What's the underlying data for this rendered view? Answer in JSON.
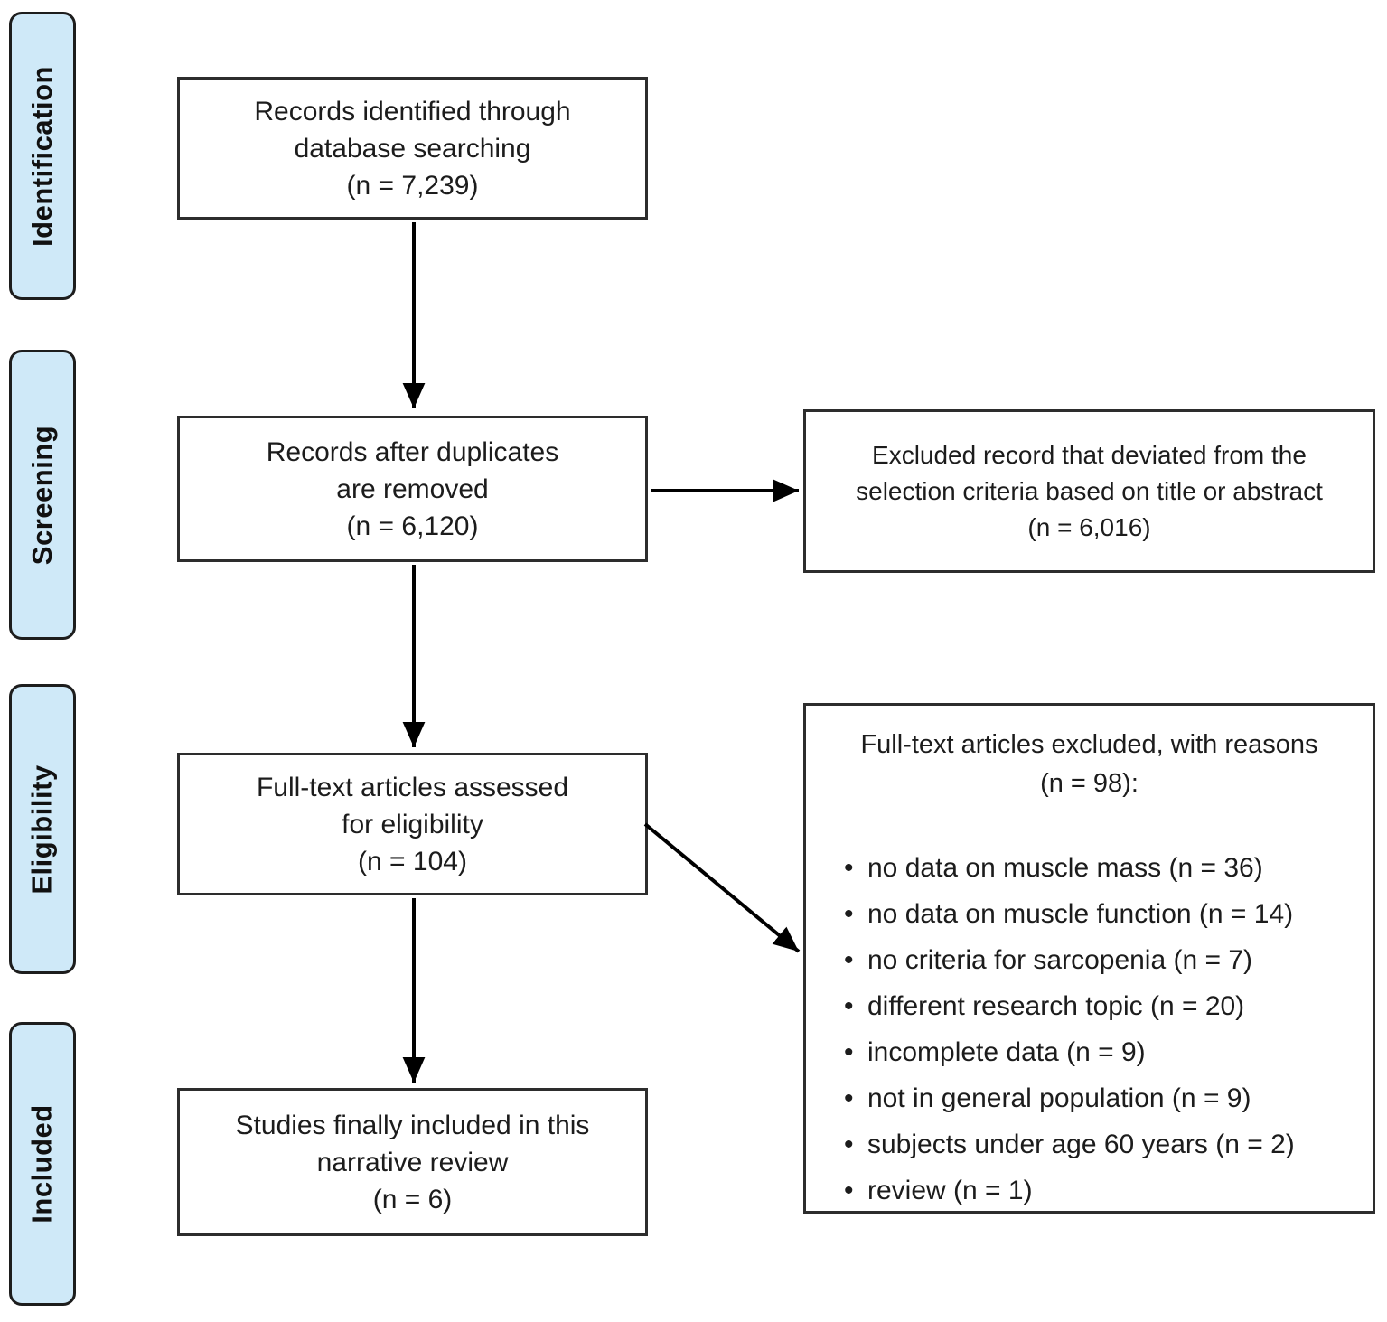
{
  "stages": [
    "Identification",
    "Screening",
    "Eligibility",
    "Included"
  ],
  "boxes": {
    "identified": "Records identified through\ndatabase searching\n(n = 7,239)",
    "duplicates_removed": "Records after duplicates\nare removed\n(n = 6,120)",
    "excluded_title_abstract": "Excluded record that deviated from the\nselection criteria based on title or abstract\n(n = 6,016)",
    "fulltext_assessed": "Full-text articles assessed\nfor eligibility\n(n = 104)",
    "finally_included": "Studies finally included in this\nnarrative review\n(n = 6)"
  },
  "exclusion_reasons": {
    "heading": "Full-text articles excluded, with reasons\n(n = 98):",
    "items": [
      "no data on muscle mass (n = 36)",
      "no data on muscle function (n = 14)",
      "no criteria for sarcopenia (n = 7)",
      "different research topic (n = 20)",
      "incomplete data (n = 9)",
      "not in general population (n = 9)",
      "subjects under age 60 years (n = 2)",
      "review (n = 1)"
    ]
  },
  "colors": {
    "stage_fill": "#cfe9f8",
    "stage_border": "#1d1d1d",
    "box_border": "#2d2d2d",
    "arrow": "#000000",
    "background": "#ffffff"
  }
}
